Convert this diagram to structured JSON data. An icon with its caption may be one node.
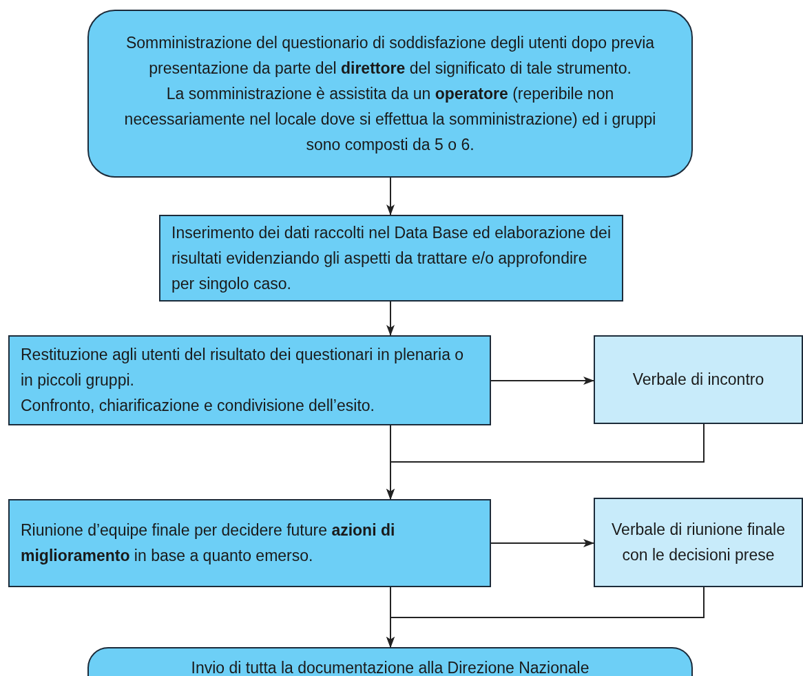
{
  "diagram": {
    "nodes": [
      {
        "text": [
          "Somministrazione del questionario di soddisfazione degli utenti dopo previa presentazione da parte del **direttore** del significato di tale strumento.",
          "La somministrazione è assistita da un **operatore** (reperibile non necessariamente nel locale dove si effettua la somministrazione) ed i gruppi sono composti da 5 o 6."
        ]
      },
      {
        "text": [
          "Inserimento dei dati raccolti nel Data Base ed elaborazione dei risultati evidenziando gli aspetti da trattare e/o approfondire per singolo caso."
        ]
      },
      {
        "text": [
          "Restituzione agli utenti del risultato dei questionari in plenaria o in piccoli gruppi.",
          "Confronto, chiarificazione e condivisione dell’esito."
        ]
      },
      {
        "text": [
          "Verbale di incontro"
        ]
      },
      {
        "text": [
          "Riunione d’equipe finale per decidere future **azioni di miglioramento** in base a quanto emerso."
        ]
      },
      {
        "text": [
          "Verbale di riunione finale con le decisioni prese"
        ]
      },
      {
        "text": [
          "Invio di tutta la documentazione alla Direzione Nazionale"
        ]
      }
    ],
    "edges": [
      {
        "from": 0,
        "to": 1,
        "arrow": "to"
      },
      {
        "from": 1,
        "to": 2,
        "arrow": "to"
      },
      {
        "from": 2,
        "to": 3,
        "arrow": "to"
      },
      {
        "from": 2,
        "to": 4,
        "arrow": "to"
      },
      {
        "from": 3,
        "to": 4,
        "arrow": "to"
      },
      {
        "from": 4,
        "to": 5,
        "arrow": "to"
      },
      {
        "from": 4,
        "to": 6,
        "arrow": "to"
      },
      {
        "from": 5,
        "to": 6,
        "arrow": "to"
      }
    ]
  }
}
